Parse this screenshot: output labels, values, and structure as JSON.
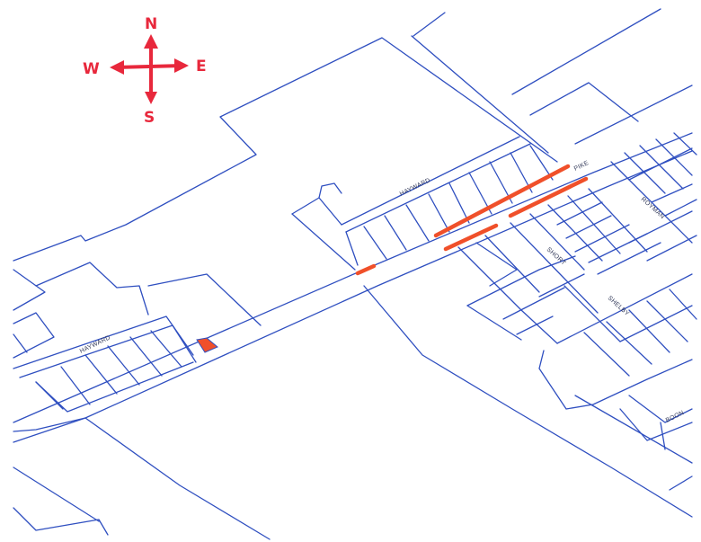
{
  "compass": {
    "north": "N",
    "south": "S",
    "east": "E",
    "west": "W",
    "color": "#e8283c"
  },
  "streets": {
    "hayward_upper": "HAYWARD",
    "hayward_lower": "HAYWARD",
    "pike": "PIKE",
    "royman": "ROYMAN",
    "short": "SHORT",
    "shelby": "SHELBY",
    "boone": "BOON"
  },
  "colors": {
    "parcel_lines": "#2f4fc0",
    "highlight": "#f0502a"
  }
}
